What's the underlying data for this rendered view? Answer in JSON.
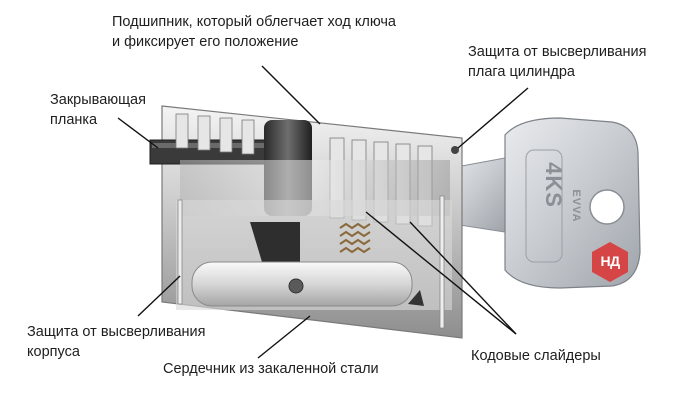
{
  "labels": {
    "bearing": "Подшипник, который облегчает ход ключа\nи фиксирует его положение",
    "plug_drill": "Защита от высверливания\nплага цилиндра",
    "plate": "Закрывающая\nпланка",
    "body_drill": "Защита от высверливания\nкорпуса",
    "core": "Сердечник из закаленной стали",
    "sliders": "Кодовые слайдеры"
  },
  "key_engraving": "4KS",
  "brand_engraving": "EVVA",
  "badge_text": "НД",
  "colors": {
    "badge": "#d64545",
    "text": "#1e1e1e",
    "leader": "#111111"
  }
}
